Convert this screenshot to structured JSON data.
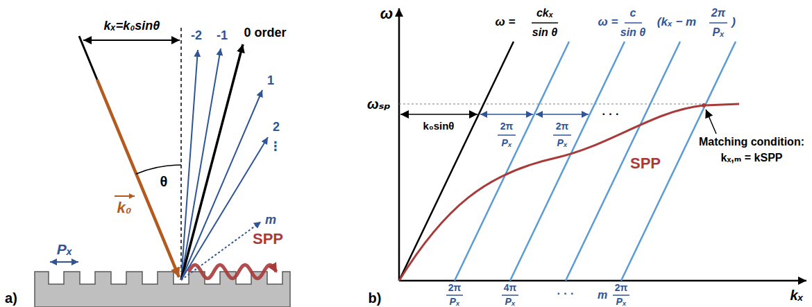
{
  "diagram": {
    "labels": [
      "kₓ=k₀sinθ",
      "θ",
      "k₀",
      "Pₓ",
      "-2",
      "-1",
      "0 order",
      "1",
      "2",
      "⋮",
      "m",
      "SPP",
      "a)",
      "ω",
      "ω =",
      "ckₓ",
      "sin θ",
      "ω =",
      "c",
      "sin θ",
      "(kₓ − m",
      "2π",
      "Pₓ",
      ")",
      "ωₛₚ",
      "k₀sinθ",
      "2π",
      "Pₓ",
      "2π",
      "Pₓ",
      "· · ·",
      "SPP",
      "Matching condition:",
      "kₓ,ₘ = kSPP",
      "2π",
      "Pₓ",
      "4π",
      "Pₓ",
      "· · ·",
      "m",
      "2π",
      "Pₓ",
      "kₓ",
      "b)"
    ]
  }
}
